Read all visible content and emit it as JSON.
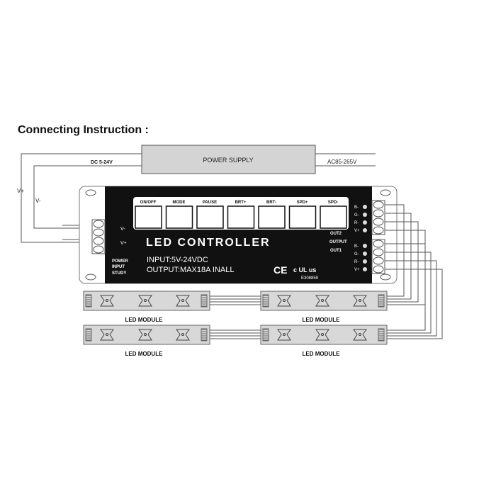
{
  "title": "Connecting Instruction :",
  "power_supply": {
    "label": "POWER SUPPLY",
    "dc": "DC 5-24V",
    "ac": "AC85-265V"
  },
  "wires": {
    "vplus": "V+",
    "vminus": "V-"
  },
  "controller": {
    "buttons": [
      "ON/OFF",
      "MODE",
      "PAUSE",
      "BRT+",
      "BRT-",
      "SPD+",
      "SPD-"
    ],
    "name": "LED CONTROLLER",
    "input": "INPUT:5V-24VDC",
    "output": "OUTPUT:MAX18A INALL",
    "power_input": [
      "POWER",
      "INPUT",
      "STUDY"
    ],
    "left_terms": [
      "V-",
      "V+"
    ],
    "out2": "OUT2",
    "output_label": "OUTPUT",
    "out1": "OUT1",
    "right_terms": [
      "B-",
      "G-",
      "R-",
      "V+"
    ],
    "ce": "CE",
    "ul": "c UL us",
    "cert": "E308859"
  },
  "modules": [
    "LED MODULE",
    "LED MODULE",
    "LED MODULE",
    "LED MODULE"
  ]
}
